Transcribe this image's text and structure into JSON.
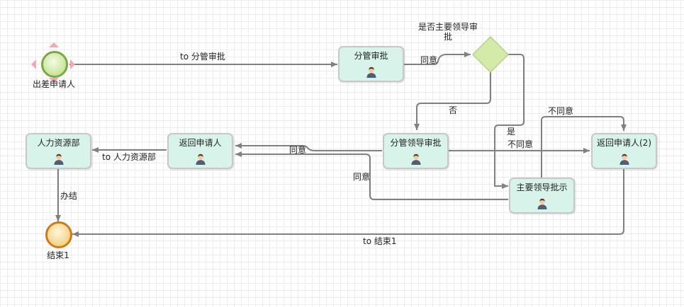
{
  "nodes": {
    "start": {
      "label": "出差申请人"
    },
    "end": {
      "label": "结束1"
    },
    "gateway": {
      "label_line1": "是否主要领导审",
      "label_line2": "批"
    },
    "task_branch_approve": {
      "label": "分管审批"
    },
    "task_branch_leader": {
      "label": "分管领导审批"
    },
    "task_main_leader": {
      "label": "主要领导批示"
    },
    "task_return_1": {
      "label": "返回申请人"
    },
    "task_return_2": {
      "label": "返回申请人(2)"
    },
    "task_hr": {
      "label": "人力资源部"
    }
  },
  "edges": {
    "to_branch_approve": "to 分管审批",
    "agree_to_gateway": "同意",
    "no": "否",
    "yes": "是",
    "disagree_top": "不同意",
    "disagree_mid": "不同意",
    "agree_mid": "同意",
    "agree_low": "同意",
    "to_hr": "to 人力资源部",
    "finish": "办结",
    "to_end": "to 结束1"
  },
  "colors": {
    "task_fill": "#d8f3ea",
    "task_border": "#c8c8c8",
    "edge": "#808080",
    "start_border": "#79a847",
    "end_border": "#cf7a14",
    "gateway_fill": "#d3eaa9"
  },
  "icons": {
    "task": "user-icon"
  }
}
